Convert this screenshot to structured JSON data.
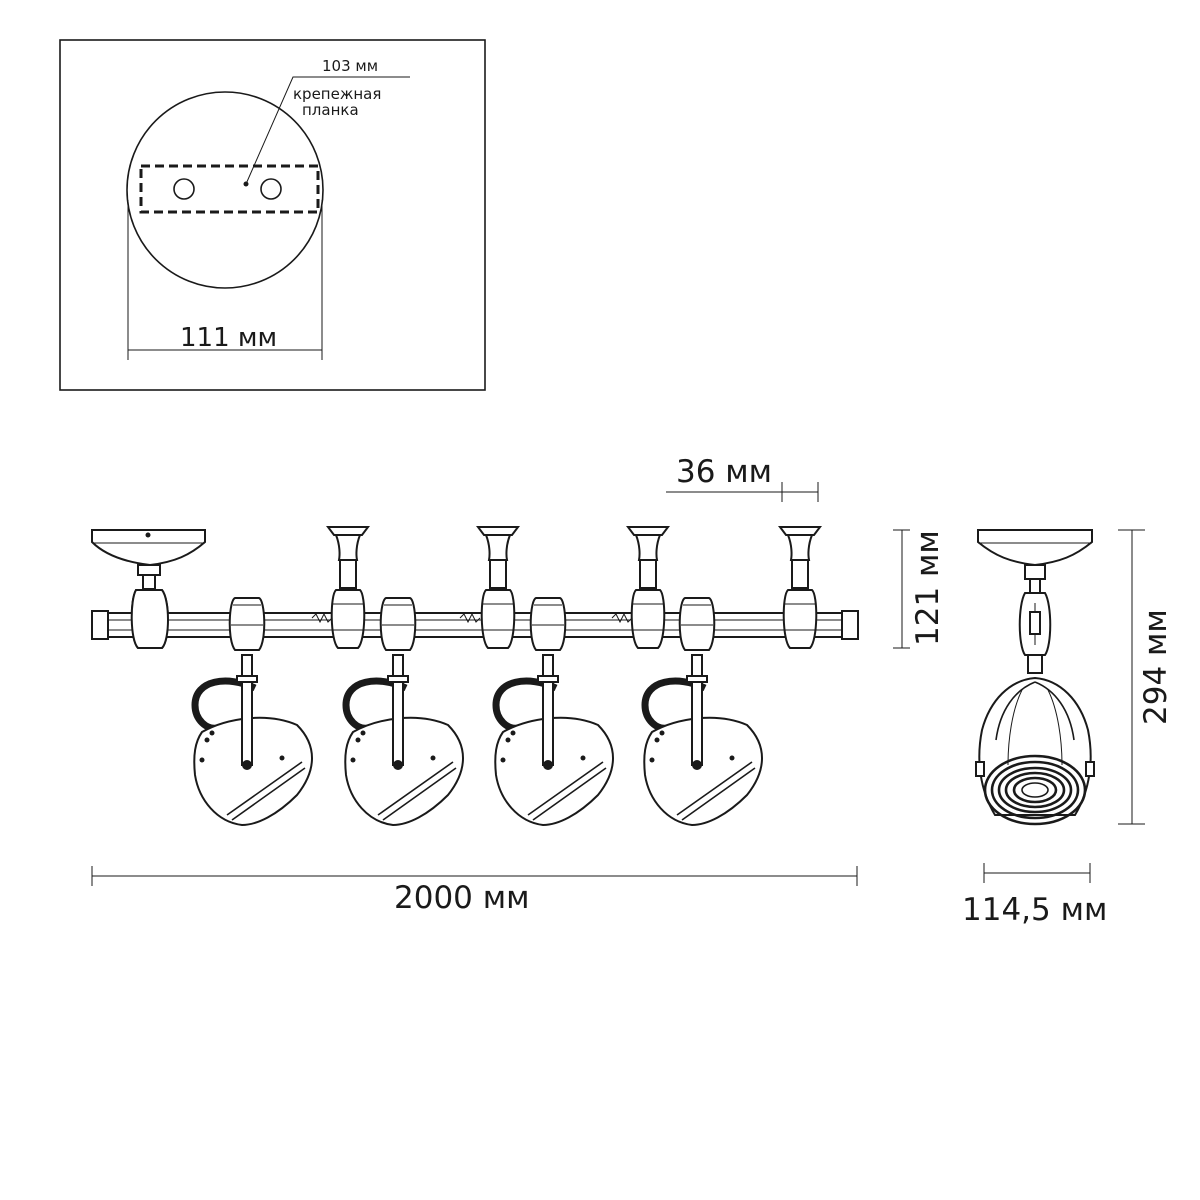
{
  "inset": {
    "plate_dim": "103 мм",
    "plate_label_line1": "крепежная",
    "plate_label_line2": "планка",
    "base_diameter": "111 мм"
  },
  "front_view": {
    "gap_dim": "36 мм",
    "height_dim": "121 мм",
    "length_dim": "2000 мм"
  },
  "side_view": {
    "height_dim": "294 мм",
    "width_dim": "114,5 мм"
  },
  "spot_count": 4
}
